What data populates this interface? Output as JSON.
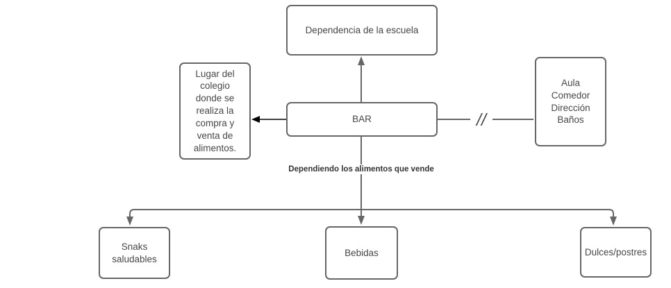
{
  "nodes": {
    "dependencia": {
      "label": "Dependencia de la escuela"
    },
    "definition": {
      "label": "Lugar del\ncolegio\ndonde se\nrealiza la\ncompra y\nventa de\nalimentos."
    },
    "bar": {
      "label": "BAR"
    },
    "locations": {
      "label": "Aula\nComedor\nDirección\nBaños"
    },
    "snacks": {
      "label": "Snaks\nsaludables"
    },
    "drinks": {
      "label": "Bebidas"
    },
    "sweets": {
      "label": "Dulces/postres"
    }
  },
  "annotations": {
    "branch_label": "Dependiendo los alimentos que vende",
    "break_symbol": "//"
  },
  "colors": {
    "connector": "#666666",
    "node_border": "#666666",
    "node_fill": "#ffffff",
    "emphasis_arrow": "#000000",
    "node_text": "#474747",
    "branch_label_text": "#333333",
    "canvas_background": "#ffffff"
  }
}
